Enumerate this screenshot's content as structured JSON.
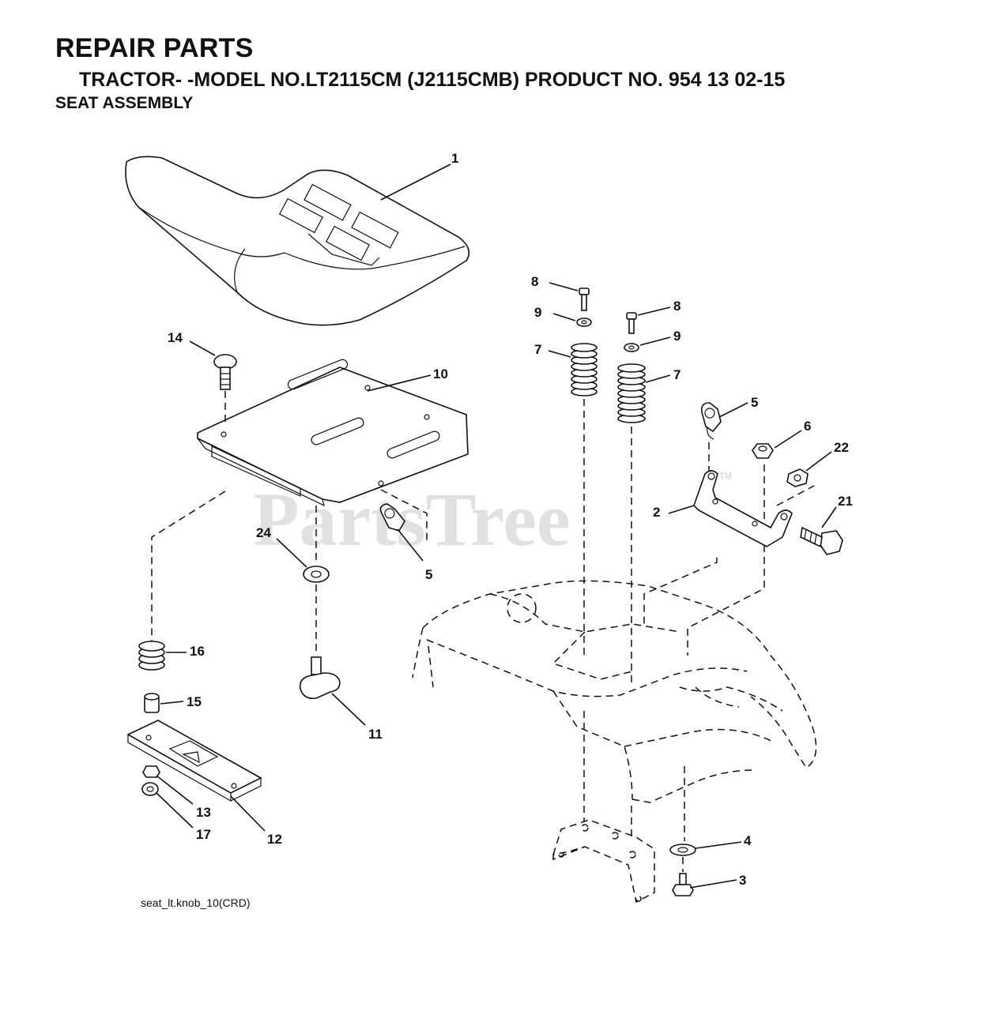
{
  "header": {
    "title": "REPAIR PARTS",
    "model_line": "TRACTOR- -MODEL NO.LT2115CM (J2115CMB) PRODUCT NO. 954 13 02-15",
    "section": "SEAT ASSEMBLY"
  },
  "callouts": {
    "c1": "1",
    "c2": "2",
    "c3": "3",
    "c4": "4",
    "c5a": "5",
    "c5b": "5",
    "c6": "6",
    "c7a": "7",
    "c7b": "7",
    "c8a": "8",
    "c8b": "8",
    "c9a": "9",
    "c9b": "9",
    "c10": "10",
    "c11": "11",
    "c12": "12",
    "c13": "13",
    "c14": "14",
    "c15": "15",
    "c16": "16",
    "c17": "17",
    "c21": "21",
    "c22": "22",
    "c24": "24"
  },
  "watermark": {
    "text": "PartsTree",
    "tm": "TM"
  },
  "drawing_ref": "seat_lt.knob_10(CRD)"
}
